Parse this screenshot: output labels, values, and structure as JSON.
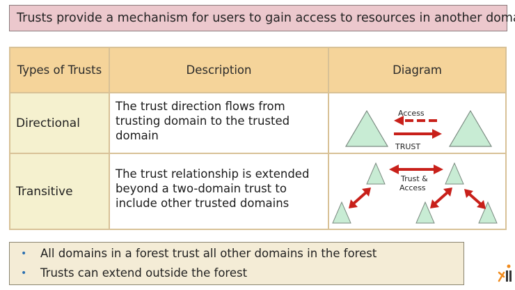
{
  "banner": {
    "text": "Trusts provide a mechanism for users to gain access to resources in another domain"
  },
  "table": {
    "headers": {
      "types": "Types of Trusts",
      "description": "Description",
      "diagram": "Diagram"
    },
    "rows": [
      {
        "type": "Directional",
        "description_lines": [
          "The trust direction flows from",
          "trusting domain to the trusted",
          "domain"
        ],
        "diagram_labels": {
          "top": "Access",
          "bottom": "TRUST"
        }
      },
      {
        "type": "Transitive",
        "description_lines": [
          "The trust relationship is extended",
          "beyond a two-domain trust to",
          "include other trusted domains"
        ],
        "diagram_labels": {
          "line1": "Trust &",
          "line2": "Access"
        }
      }
    ]
  },
  "bullets": [
    "All domains in a forest trust all other domains in the forest",
    "Trusts can extend outside the forest"
  ],
  "colors": {
    "banner_bg": "#ecc8cd",
    "header_bg": "#f5d49a",
    "label_bg": "#f5f1cf",
    "triangle_fill": "#c8ecd4",
    "arrow_red": "#c8201a",
    "bullet_box_bg": "#f4ecd6",
    "bullet_dot": "#2a6fb0"
  },
  "icons": {
    "logo": "brand-logo-icon"
  }
}
